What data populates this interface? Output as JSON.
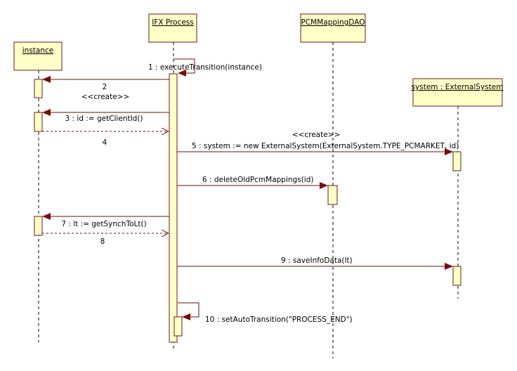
{
  "diagram": {
    "type": "UML sequence diagram",
    "colors": {
      "line": "#6b0c0c",
      "arrowhead": "#7a0a0a",
      "box_fill": "#ffffc8",
      "box_border": "#6b1a1a",
      "lifeline": "#000000",
      "text": "#000000"
    },
    "lifelines": [
      {
        "id": "instance",
        "label": "instance"
      },
      {
        "id": "ifx",
        "label": "IFX Process"
      },
      {
        "id": "dao",
        "label": "PCMMappingDAO"
      },
      {
        "id": "system",
        "label": "system : ExternalSystem"
      }
    ],
    "messages": [
      {
        "num": "1",
        "label": "1 : executeTransition(instance)",
        "from": "ifx",
        "to": "ifx",
        "kind": "self-call"
      },
      {
        "num": "2",
        "label": "2",
        "stereotype": "<<create>>",
        "from": "ifx",
        "to": "instance",
        "kind": "call"
      },
      {
        "num": "3",
        "label": "3 : id := getClientId()",
        "from": "ifx",
        "to": "instance",
        "kind": "call"
      },
      {
        "num": "4",
        "label": "4",
        "from": "instance",
        "to": "ifx",
        "kind": "return"
      },
      {
        "num": "5",
        "label": "5 : system := new ExternalSystem(ExternalSystem.TYPE_PCMARKET, id)",
        "stereotype": "<<create>>",
        "from": "ifx",
        "to": "system",
        "kind": "call"
      },
      {
        "num": "6",
        "label": "6 : deleteOldPcmMappings(id)",
        "from": "ifx",
        "to": "dao",
        "kind": "call"
      },
      {
        "num": "7",
        "label": "7 : lt := getSynchToLt()",
        "from": "ifx",
        "to": "instance",
        "kind": "call"
      },
      {
        "num": "8",
        "label": "8",
        "from": "instance",
        "to": "ifx",
        "kind": "return"
      },
      {
        "num": "9",
        "label": "9 : saveInfoData(lt)",
        "from": "ifx",
        "to": "system",
        "kind": "call"
      },
      {
        "num": "10",
        "label": "10 : setAutoTransition(\"PROCESS_END\")",
        "from": "ifx",
        "to": "ifx",
        "kind": "self-call"
      }
    ]
  }
}
